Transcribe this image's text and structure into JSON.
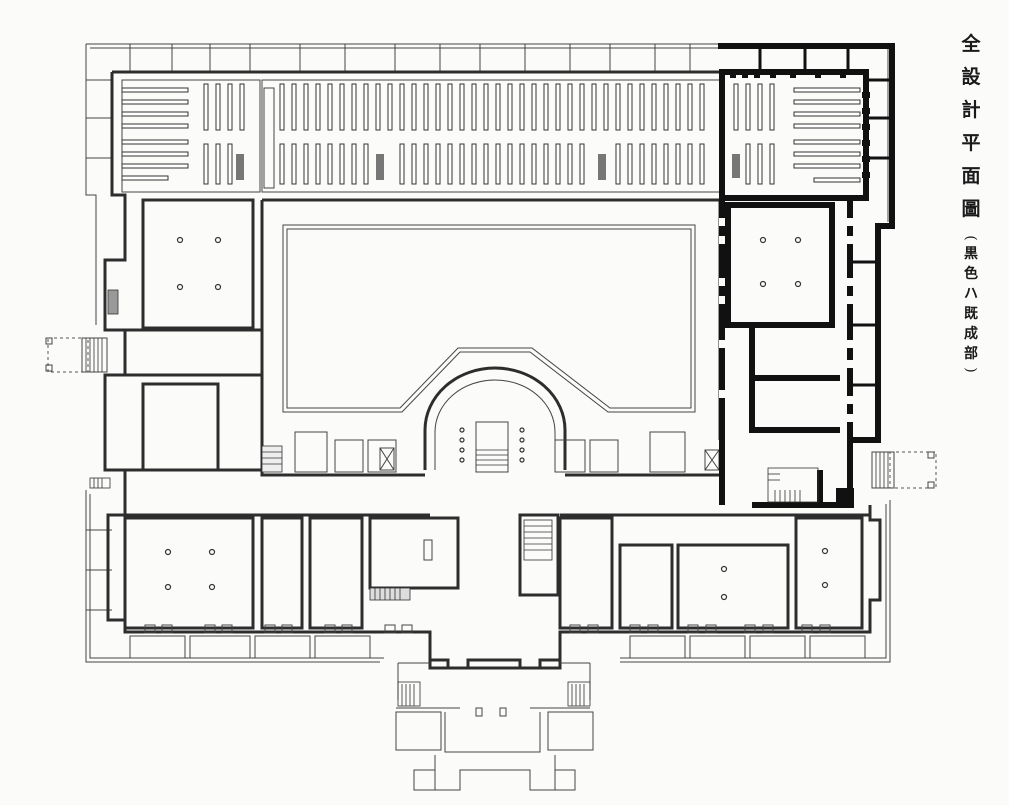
{
  "title": {
    "chars": [
      "全",
      "設",
      "計",
      "平",
      "面",
      "圖"
    ],
    "full": "全設計平面圖"
  },
  "subtitle": {
    "open_paren": "(",
    "chars": [
      "黒",
      "色",
      "ハ",
      "既",
      "成",
      "部"
    ],
    "close_paren": ")",
    "full": "(黒色ハ既成部)"
  },
  "legend": {
    "black_fill_meaning": "既成部",
    "black_color": "#111111",
    "outline_color": "#333333"
  },
  "plan": {
    "type": "architectural-floor-plan",
    "background": "#fbfbfa"
  }
}
